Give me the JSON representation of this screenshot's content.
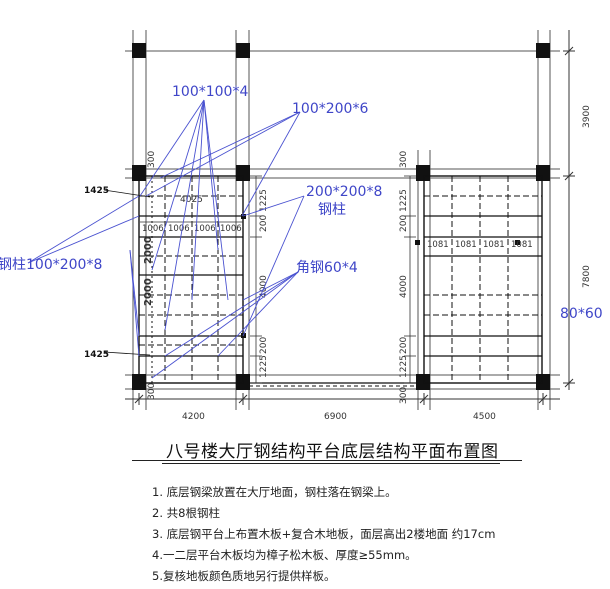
{
  "drawing": {
    "title": "八号楼大厅钢结构平台底层结构平面布置图",
    "labels": {
      "tube_100x100": "100*100*4",
      "tube_100x200": "100*200*6",
      "col_200x200_line1": "200*200*8",
      "col_200x200_line2": "钢柱",
      "col_left": "钢柱100*200*8",
      "angle_steel": "角钢60*4",
      "right_edge": "80*60"
    },
    "dimensions": {
      "bottom": [
        "4200",
        "6900",
        "4500"
      ],
      "right": [
        "3900",
        "7800"
      ],
      "left_top": "1425",
      "left_bottom": "1425",
      "inner_4025": "4025",
      "span_1006": [
        "1006",
        "1006",
        "1006",
        "1006"
      ],
      "span_1081": [
        "1081",
        "1081",
        "1081",
        "1081"
      ],
      "left_2000_a": "2000",
      "left_2000_b": "2000",
      "v_300": "300",
      "v_1225": "1225",
      "v_200": "200",
      "v_4000": "4000"
    }
  },
  "notes": [
    "1. 底层钢梁放置在大厅地面，钢柱落在钢梁上。",
    "2. 共8根钢柱",
    "3. 底层钢平台上布置木板+复合木地板，面层高出2楼地面 约17cm",
    "4.一二层平台木板均为樟子松木板、厚度≥55mm。",
    "5.复核地板颜色质地另行提供样板。"
  ],
  "colors": {
    "annotation": "#3f46c8",
    "line": "#222222"
  }
}
